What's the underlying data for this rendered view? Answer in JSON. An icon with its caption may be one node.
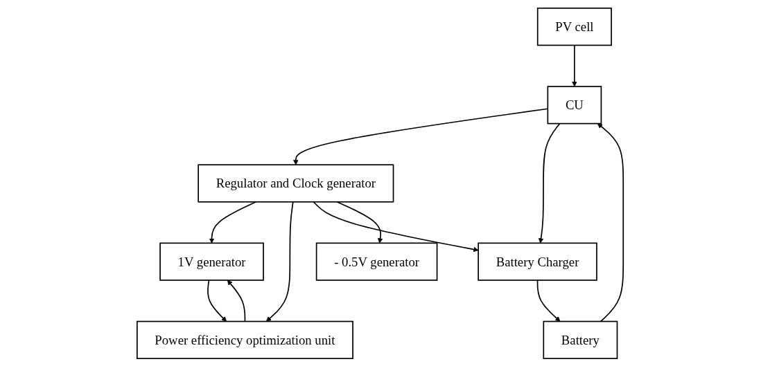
{
  "diagram": {
    "nodes": [
      {
        "text": [
          "PV cell"
        ]
      },
      {
        "text": [
          "CU"
        ]
      },
      {
        "text": [
          "1V generator"
        ]
      },
      {
        "text": [
          "Power efficiency optimization unit"
        ]
      },
      {
        "text": [
          "Regulator and Clock generator"
        ]
      },
      {
        "text": [
          "Battery Charger"
        ]
      },
      {
        "text": [
          "- 0.5V generator"
        ]
      },
      {
        "text": [
          "Battery"
        ]
      }
    ],
    "edges": [
      {
        "from": 0,
        "to": 1,
        "arrow": "to"
      },
      {
        "from": 1,
        "to": 4,
        "arrow": "to"
      },
      {
        "from": 1,
        "to": 5,
        "arrow": "to"
      },
      {
        "from": 2,
        "to": 3,
        "arrow": "to"
      },
      {
        "from": 3,
        "to": 2,
        "arrow": "to"
      },
      {
        "from": 4,
        "to": 2,
        "arrow": "to"
      },
      {
        "from": 4,
        "to": 3,
        "arrow": "to"
      },
      {
        "from": 4,
        "to": 5,
        "arrow": "to"
      },
      {
        "from": 4,
        "to": 6,
        "arrow": "to"
      },
      {
        "from": 5,
        "to": 7,
        "arrow": "to"
      },
      {
        "from": 7,
        "to": 1,
        "arrow": "to"
      }
    ]
  }
}
